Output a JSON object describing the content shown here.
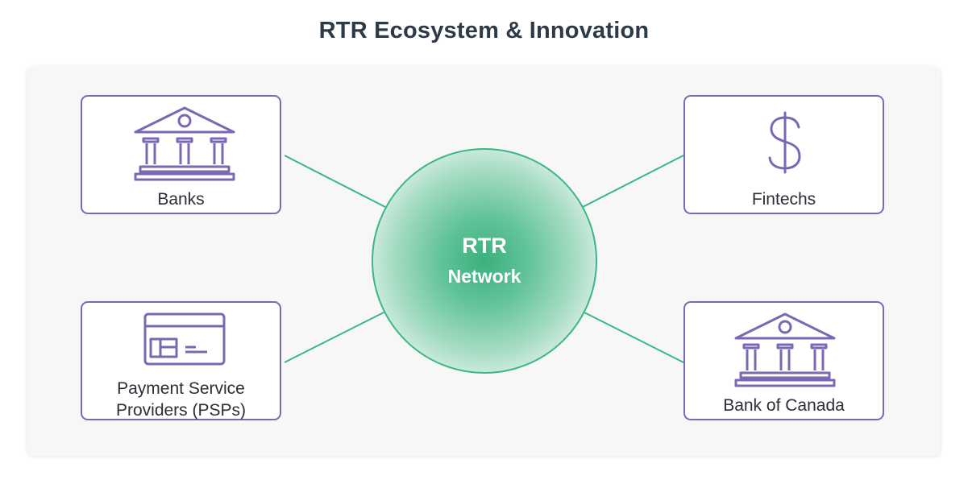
{
  "title": "RTR Ecosystem & Innovation",
  "hub": {
    "line1": "RTR",
    "line2": "Network"
  },
  "nodes": {
    "banks": {
      "label": "Banks",
      "icon": "bank-icon"
    },
    "fintechs": {
      "label": "Fintechs",
      "icon": "dollar-icon"
    },
    "psps": {
      "label_line1": "Payment Service",
      "label_line2": "Providers (PSPs)",
      "icon": "card-icon"
    },
    "bank_of_canada": {
      "label": "Bank of Canada",
      "icon": "bank-icon"
    }
  },
  "colors": {
    "node_border": "#7b68b3",
    "icon": "#7b68b3",
    "connector": "#3bb784",
    "hub_center": "#3bb07c",
    "title": "#2f3a48"
  }
}
